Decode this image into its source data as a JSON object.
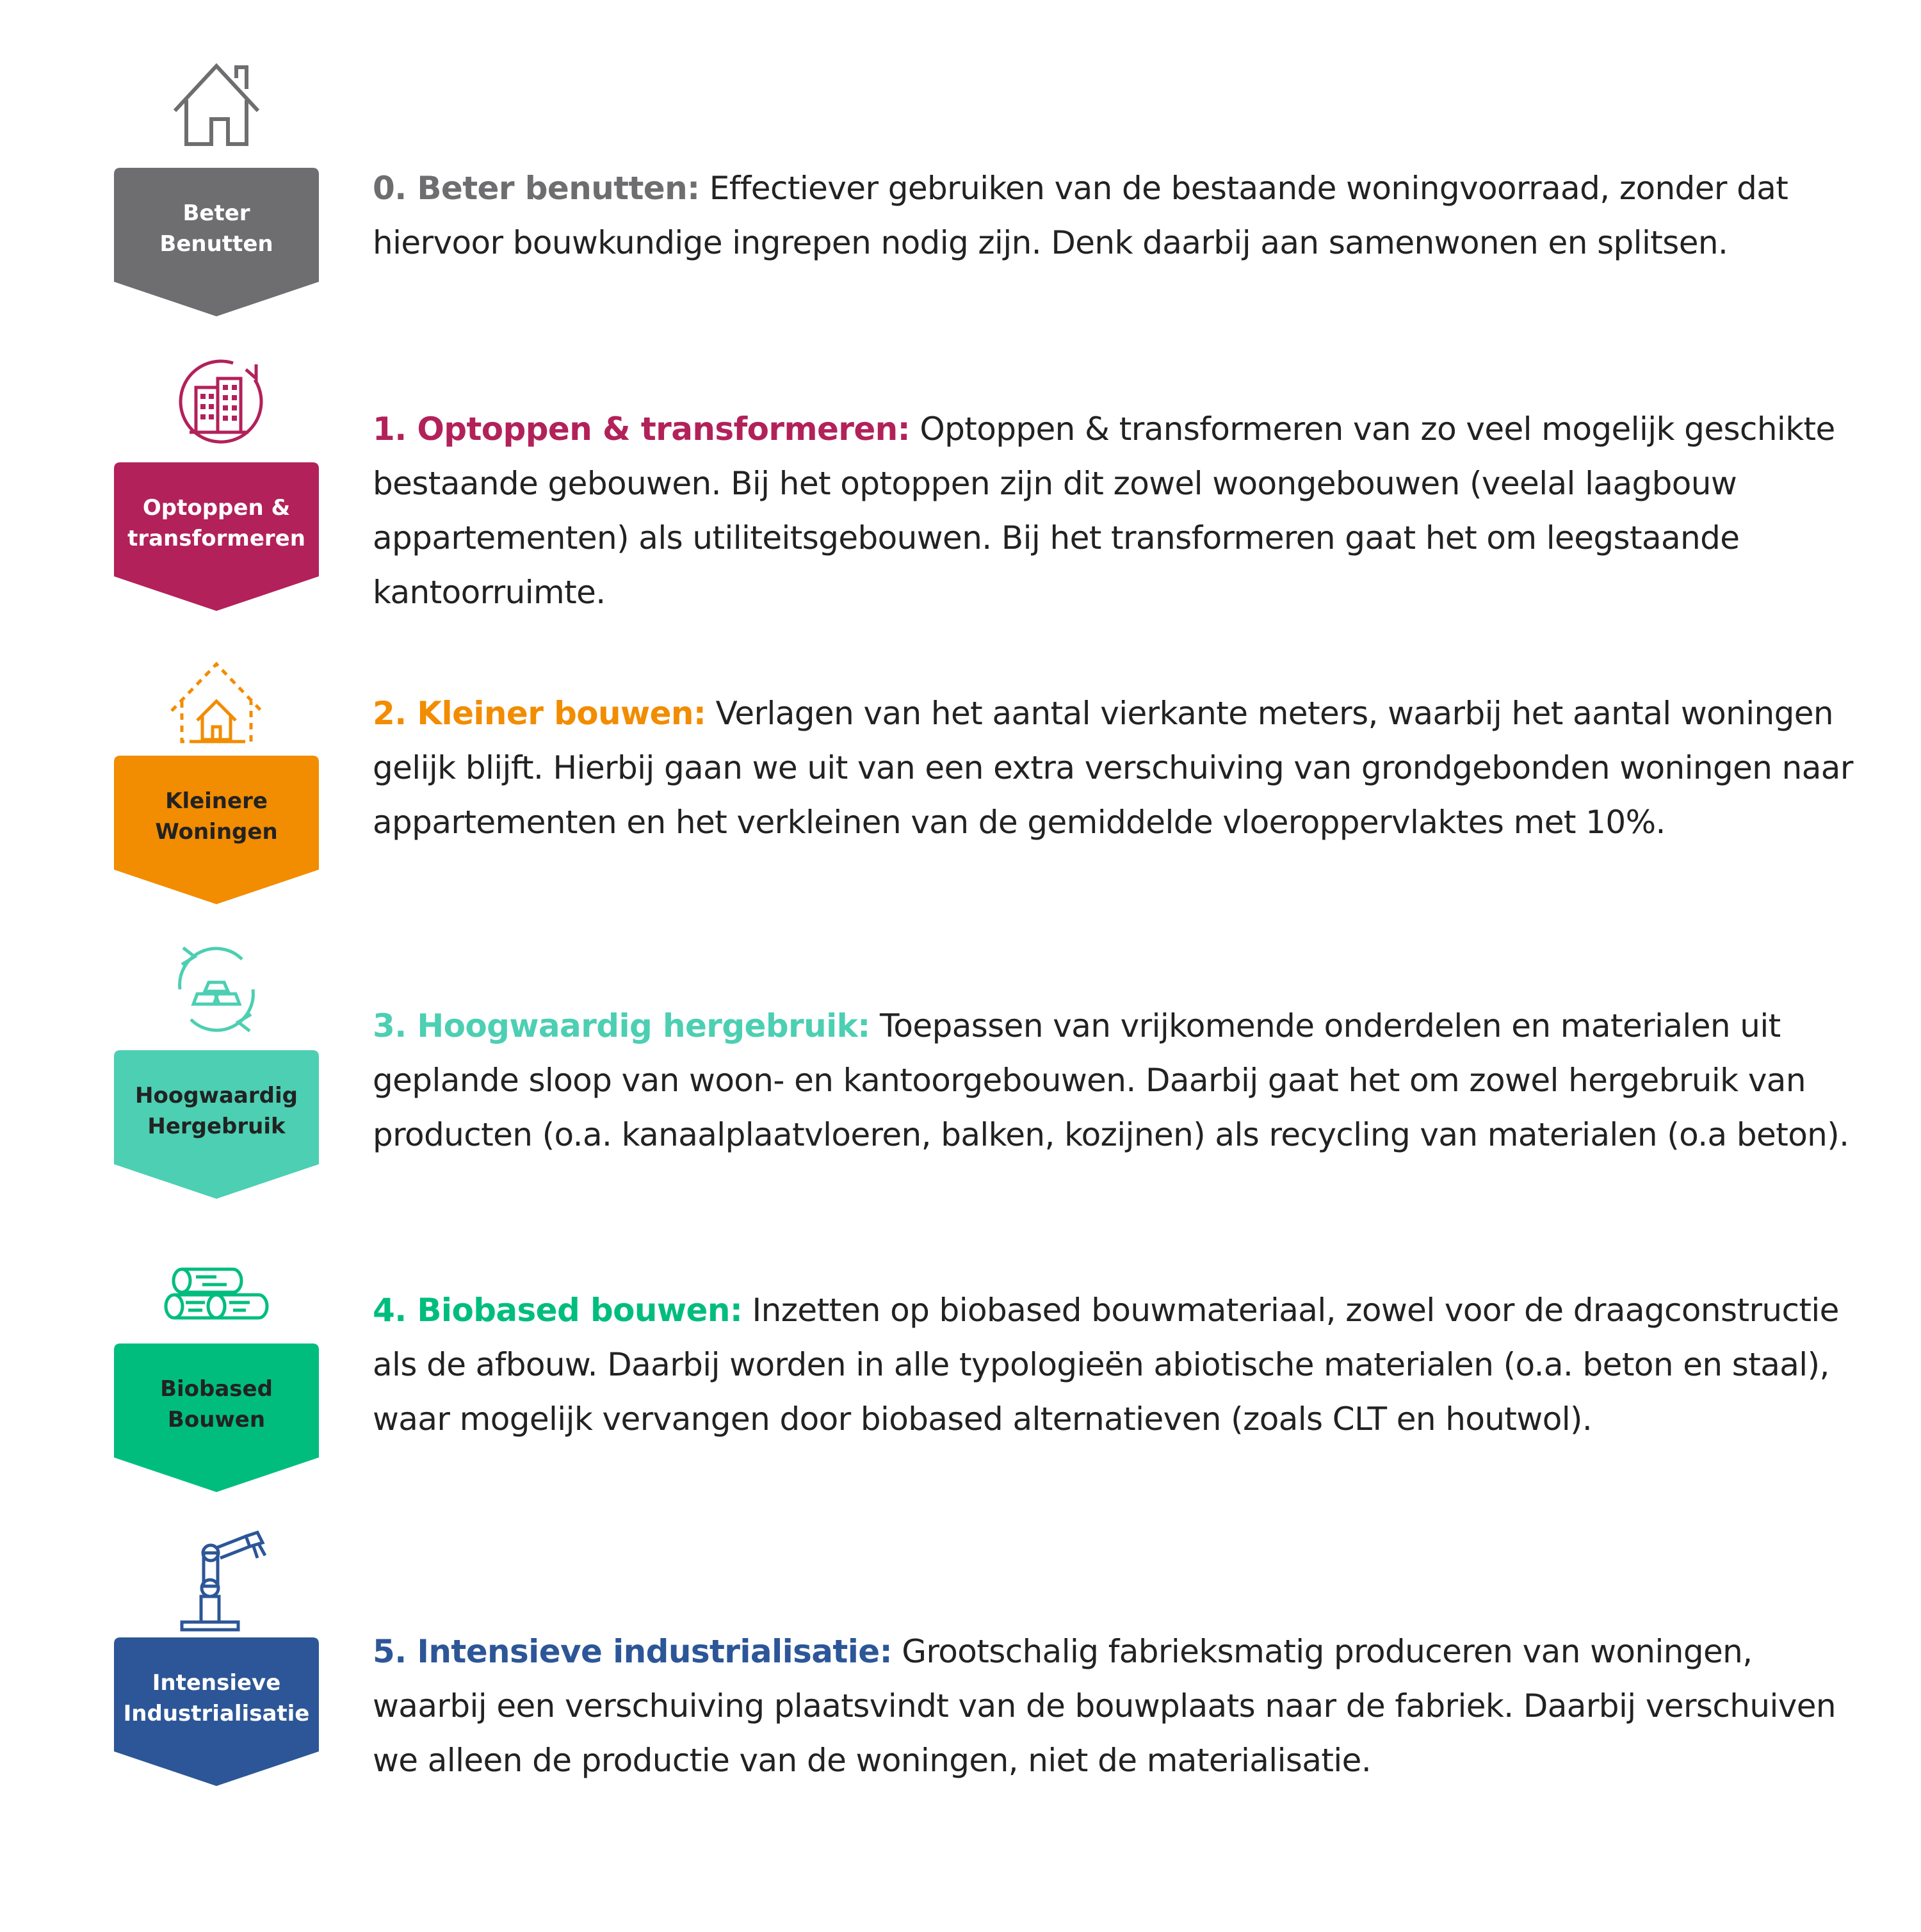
{
  "colors": {
    "grey": "#6e6e70",
    "magenta": "#b2215a",
    "orange": "#f28c00",
    "teal": "#4ccfb2",
    "green": "#00bd7e",
    "blue": "#2c5697",
    "text": "#222222"
  },
  "steps": [
    {
      "id": "beter-benutten",
      "icon": "house-icon",
      "badge_lines": [
        "Beter",
        "Benutten"
      ],
      "title": "0. Beter benutten:",
      "text": "Effectiever gebruiken van de bestaande woningvoorraad, zonder dat hiervoor bouwkundige ingrepen nodig zijn. Denk daarbij aan samenwonen en splitsen.",
      "color": "#6e6e70"
    },
    {
      "id": "optoppen",
      "icon": "building-transform-icon",
      "badge_lines": [
        "Optoppen &",
        "transformeren"
      ],
      "title": "1. Optoppen & transformeren:",
      "text": "Optoppen & transformeren van zo veel mogelijk geschikte bestaande gebouwen. Bij het optoppen zijn dit zowel woongebouwen (veelal laagbouw appartementen) als utiliteitsgebouwen. Bij het transformeren gaat het om leegstaande kantoorruimte.",
      "color": "#b2215a"
    },
    {
      "id": "kleinere-woningen",
      "icon": "small-house-icon",
      "badge_lines": [
        "Kleinere",
        "Woningen"
      ],
      "title": "2. Kleiner bouwen:",
      "text": "Verlagen van het aantal vierkante meters, waarbij het aantal woningen gelijk blijft. Hierbij gaan we uit van een extra verschuiving van grondgebonden woningen naar appartementen en het verkleinen van de gemiddelde vloeroppervlaktes met 10%.",
      "color": "#f28c00"
    },
    {
      "id": "hergebruik",
      "icon": "recycle-materials-icon",
      "badge_lines": [
        "Hoogwaardig",
        "Hergebruik"
      ],
      "title": "3. Hoogwaardig hergebruik:",
      "text": "Toepassen van vrijkomende onderdelen en materialen uit geplande sloop van woon- en kantoorgebouwen. Daarbij gaat het om zowel hergebruik van producten (o.a. kanaalplaatvloeren, balken, kozijnen) als recycling van materialen (o.a beton).",
      "color": "#4ccfb2"
    },
    {
      "id": "biobased",
      "icon": "logs-icon",
      "badge_lines": [
        "Biobased",
        "Bouwen"
      ],
      "title": "4. Biobased bouwen:",
      "text": "Inzetten op biobased bouwmateriaal, zowel voor de draagconstructie als de afbouw. Daarbij worden in alle typologieën abiotische materialen (o.a. beton en staal), waar mogelijk vervangen door biobased alternatieven (zoals CLT en houtwol).",
      "color": "#00bd7e"
    },
    {
      "id": "industrialisatie",
      "icon": "robot-arm-icon",
      "badge_lines": [
        "Intensieve",
        "Industrialisatie"
      ],
      "title": "5. Intensieve industrialisatie:",
      "text": "Grootschalig fabrieksmatig produceren van woningen, waarbij een verschuiving plaatsvindt van de bouwplaats naar de fabriek. Daarbij verschuiven we alleen de productie van de woningen, niet de materialisatie.",
      "color": "#2c5697"
    }
  ]
}
